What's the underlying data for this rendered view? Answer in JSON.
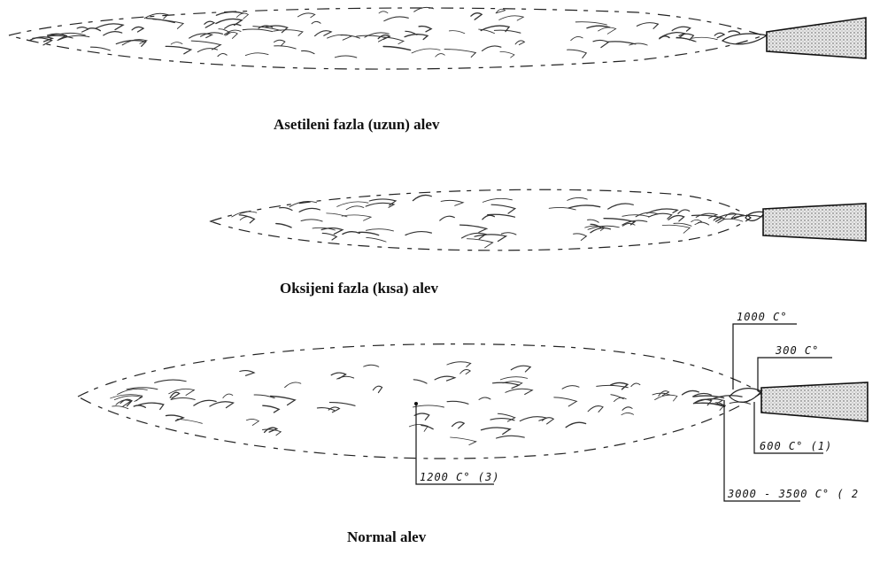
{
  "flames": [
    {
      "caption": "Asetileni fazla (uzun) alev"
    },
    {
      "caption": "Oksijeni fazla (kısa) alev"
    },
    {
      "caption": "Normal alev",
      "annotations": [
        {
          "text": "1000 C°"
        },
        {
          "text": "300 C°"
        },
        {
          "text": "600 C° (1)"
        },
        {
          "text": "1200 C° (3)"
        },
        {
          "text": "3000 - 3500 C° ( 2"
        }
      ]
    }
  ],
  "colors": {
    "ink": "#111111",
    "background": "#ffffff",
    "torch_fill": "#cfcfcf"
  }
}
